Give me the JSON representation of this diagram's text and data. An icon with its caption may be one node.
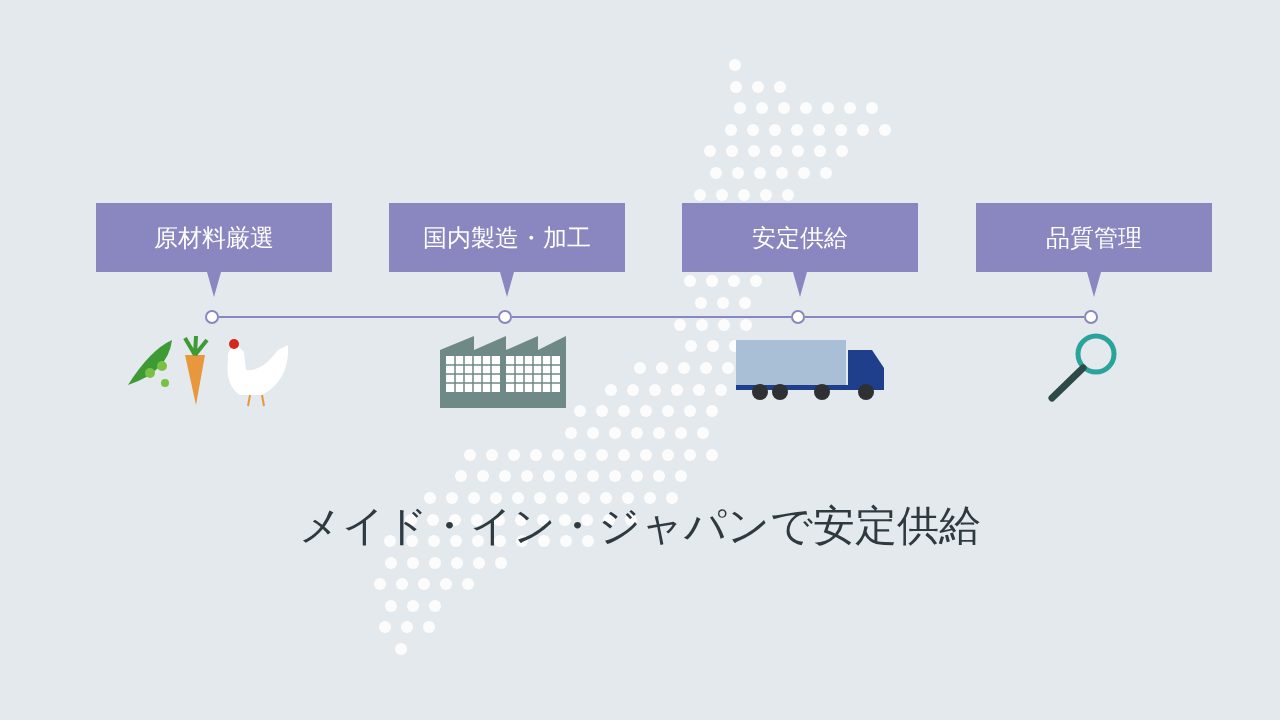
{
  "diagram": {
    "caption": "メイド・イン・ジャパンで安定供給",
    "nodes": [
      {
        "text": [
          "原材料厳選"
        ]
      },
      {
        "text": [
          "国内製造・加工"
        ]
      },
      {
        "text": [
          "安定供給"
        ]
      },
      {
        "text": [
          "品質管理"
        ]
      },
      {
        "text": [],
        "shape": "circle"
      },
      {
        "text": [],
        "shape": "circle"
      },
      {
        "text": [],
        "shape": "circle"
      },
      {
        "text": [],
        "shape": "circle"
      }
    ],
    "edges": [
      {
        "from": 4,
        "to": 5,
        "arrow": "none"
      },
      {
        "from": 5,
        "to": 6,
        "arrow": "none"
      },
      {
        "from": 6,
        "to": 7,
        "arrow": "none"
      }
    ]
  }
}
